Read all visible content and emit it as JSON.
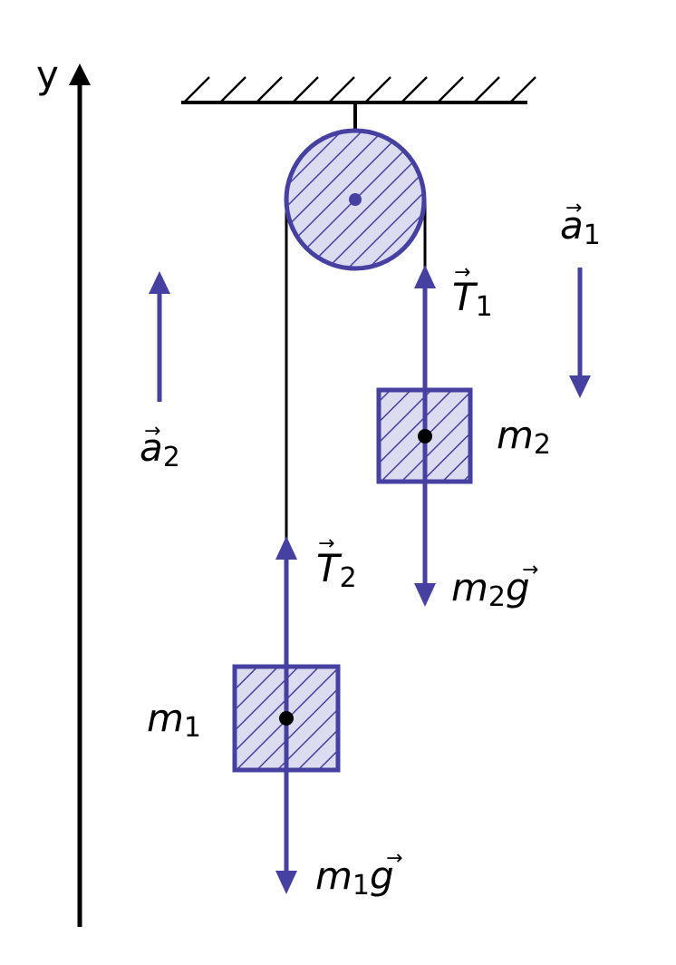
{
  "labels": {
    "axis_y": "y",
    "a1": {
      "main": "a",
      "sub": "1"
    },
    "a2": {
      "main": "a",
      "sub": "2"
    },
    "T1": {
      "main": "T",
      "sub": "1"
    },
    "T2": {
      "main": "T",
      "sub": "2"
    },
    "m1": {
      "main": "m",
      "sub": "1"
    },
    "m2": {
      "main": "m",
      "sub": "2"
    },
    "m1g": {
      "main": "m",
      "sub": "1",
      "tail": "g"
    },
    "m2g": {
      "main": "m",
      "sub": "2",
      "tail": "g"
    },
    "vector_mark": "→"
  },
  "colors": {
    "accent": "#4640a0",
    "fill": "#dcdcf0",
    "ink": "#000000"
  }
}
